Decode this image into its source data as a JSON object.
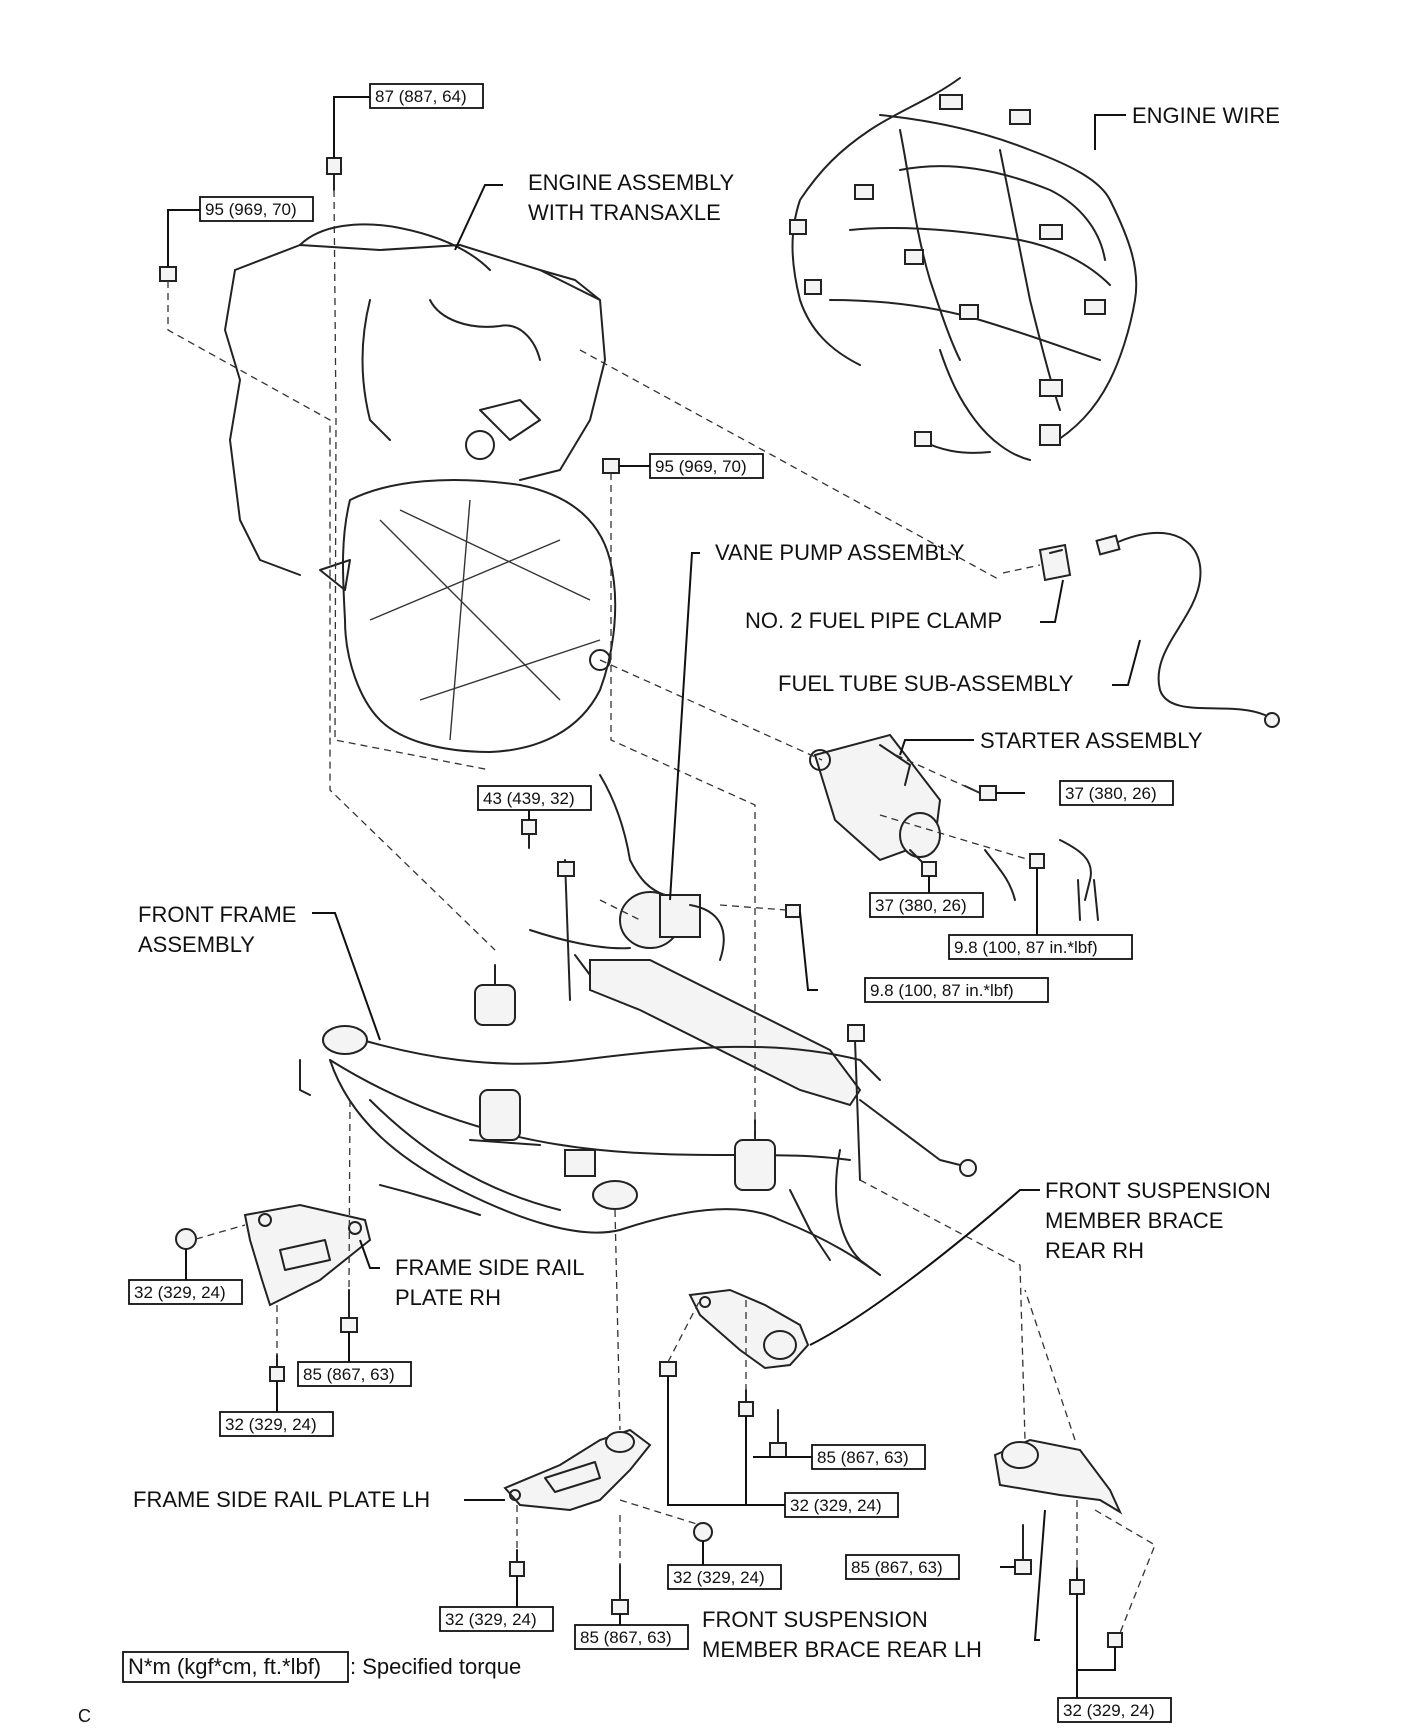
{
  "labels": {
    "engine_wire": "ENGINE WIRE",
    "engine_assembly_line1": "ENGINE ASSEMBLY",
    "engine_assembly_line2": "WITH TRANSAXLE",
    "vane_pump": "VANE PUMP ASSEMBLY",
    "fuel_pipe_clamp": "NO. 2 FUEL PIPE CLAMP",
    "fuel_tube": "FUEL TUBE SUB-ASSEMBLY",
    "starter": "STARTER ASSEMBLY",
    "front_frame_line1": "FRONT FRAME",
    "front_frame_line2": "ASSEMBLY",
    "brace_rh_line1": "FRONT SUSPENSION",
    "brace_rh_line2": "MEMBER BRACE",
    "brace_rh_line3": "REAR RH",
    "rail_rh_line1": "FRAME SIDE RAIL",
    "rail_rh_line2": "PLATE RH",
    "rail_lh": "FRAME SIDE RAIL PLATE LH",
    "brace_lh_line1": "FRONT SUSPENSION",
    "brace_lh_line2": "MEMBER BRACE REAR LH"
  },
  "torques": [
    "87 (887, 64)",
    "95 (969, 70)",
    "95 (969, 70)",
    "43 (439, 32)",
    "37 (380, 26)",
    "37 (380, 26)",
    "9.8 (100, 87 in.*lbf)",
    "9.8 (100, 87 in.*lbf)",
    "32 (329, 24)",
    "85 (867, 63)",
    "32 (329, 24)",
    "85 (867, 63)",
    "32 (329, 24)",
    "85 (867, 63)",
    "32 (329, 24)",
    "32 (329, 24)",
    "85 (867, 63)",
    "32 (329, 24)"
  ],
  "legend": {
    "box": "N*m (kgf*cm, ft.*lbf)",
    "text": ": Specified torque"
  },
  "corner_code": "C"
}
